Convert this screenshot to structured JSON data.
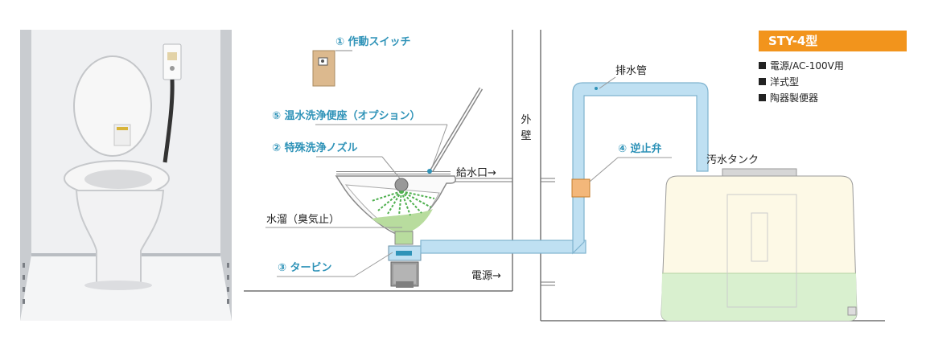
{
  "labels": {
    "switch": "① 作動スイッチ",
    "bidet_seat": "⑤ 温水洗浄便座（オプション）",
    "nozzle": "② 特殊洗浄ノズル",
    "water_seal": "水溜（臭気止）",
    "turbine": "③ タービン",
    "drain_pipe": "排水管",
    "check_valve": "④ 逆止弁",
    "water_inlet": "給水口→",
    "power": "電源→",
    "outer_wall": [
      "外",
      "壁"
    ],
    "tank": "汚水タンク"
  },
  "model": {
    "name": "STY-4型",
    "specs": [
      "電源/AC-100V用",
      "洋式型",
      "陶器製便器"
    ]
  },
  "colors": {
    "accent": "#f2941c",
    "callout": "#2f93b8",
    "pipe": "#bfe0f2",
    "valve": "#f3b77a",
    "sewage": "#d9f0cf"
  }
}
